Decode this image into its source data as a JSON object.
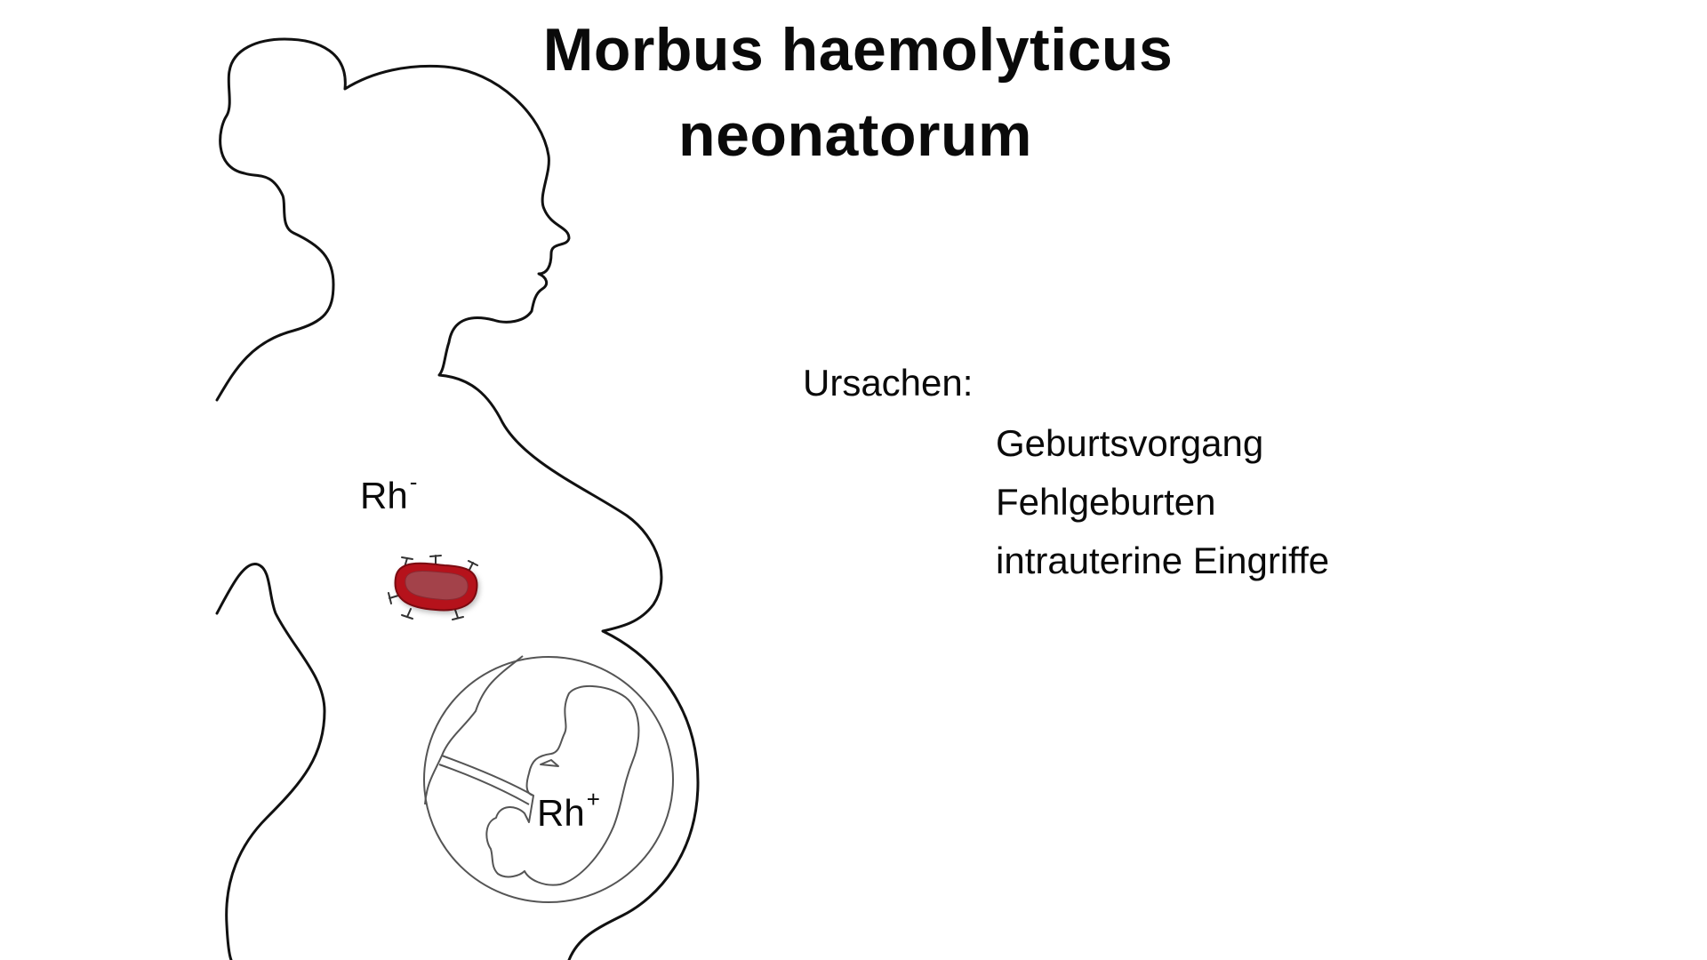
{
  "title": {
    "line1": "Morbus haemolyticus",
    "line2": "neonatorum"
  },
  "causes": {
    "heading": "Ursachen:",
    "items": [
      "Geburtsvorgang",
      "Fehlgeburten",
      "intrauterine Eingriffe"
    ]
  },
  "illustration": {
    "mother_label": {
      "base": "Rh",
      "superscript": "-"
    },
    "fetus_label": {
      "base": "Rh",
      "superscript": "+"
    },
    "icons": [
      "pregnant-woman-silhouette-icon",
      "red-blood-cell-icon",
      "uterus-amniotic-sac-icon",
      "fetus-icon",
      "umbilical-cord-icon"
    ],
    "colors": {
      "outline": "#111111",
      "sac_outline": "#555555",
      "cell_outer": "#b5121b",
      "cell_inner": "#a3424a",
      "cell_antigen": "#333333",
      "background": "#ffffff"
    }
  }
}
